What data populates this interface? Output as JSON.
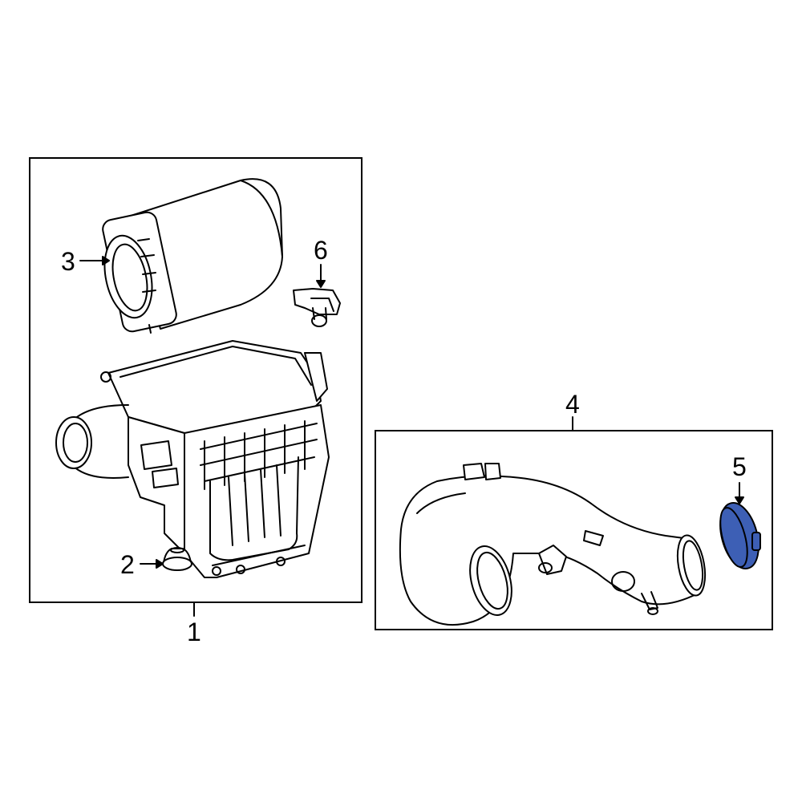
{
  "diagram": {
    "type": "exploded-parts-diagram",
    "highlight_color": "#3d5fb5",
    "groups": [
      {
        "id": "group-1",
        "callout": "1",
        "contains": [
          "2",
          "3",
          "6"
        ]
      },
      {
        "id": "group-4",
        "callout": "4",
        "contains": [
          "5"
        ]
      }
    ],
    "callouts": [
      {
        "number": "1",
        "target": "group-1"
      },
      {
        "number": "2",
        "target": "grommet"
      },
      {
        "number": "3",
        "target": "air-filter-element"
      },
      {
        "number": "4",
        "target": "group-4"
      },
      {
        "number": "5",
        "target": "hose-clamp",
        "highlighted": true
      },
      {
        "number": "6",
        "target": "sensor"
      }
    ]
  },
  "labels": {
    "c1": "1",
    "c2": "2",
    "c3": "3",
    "c4": "4",
    "c5": "5",
    "c6": "6"
  }
}
